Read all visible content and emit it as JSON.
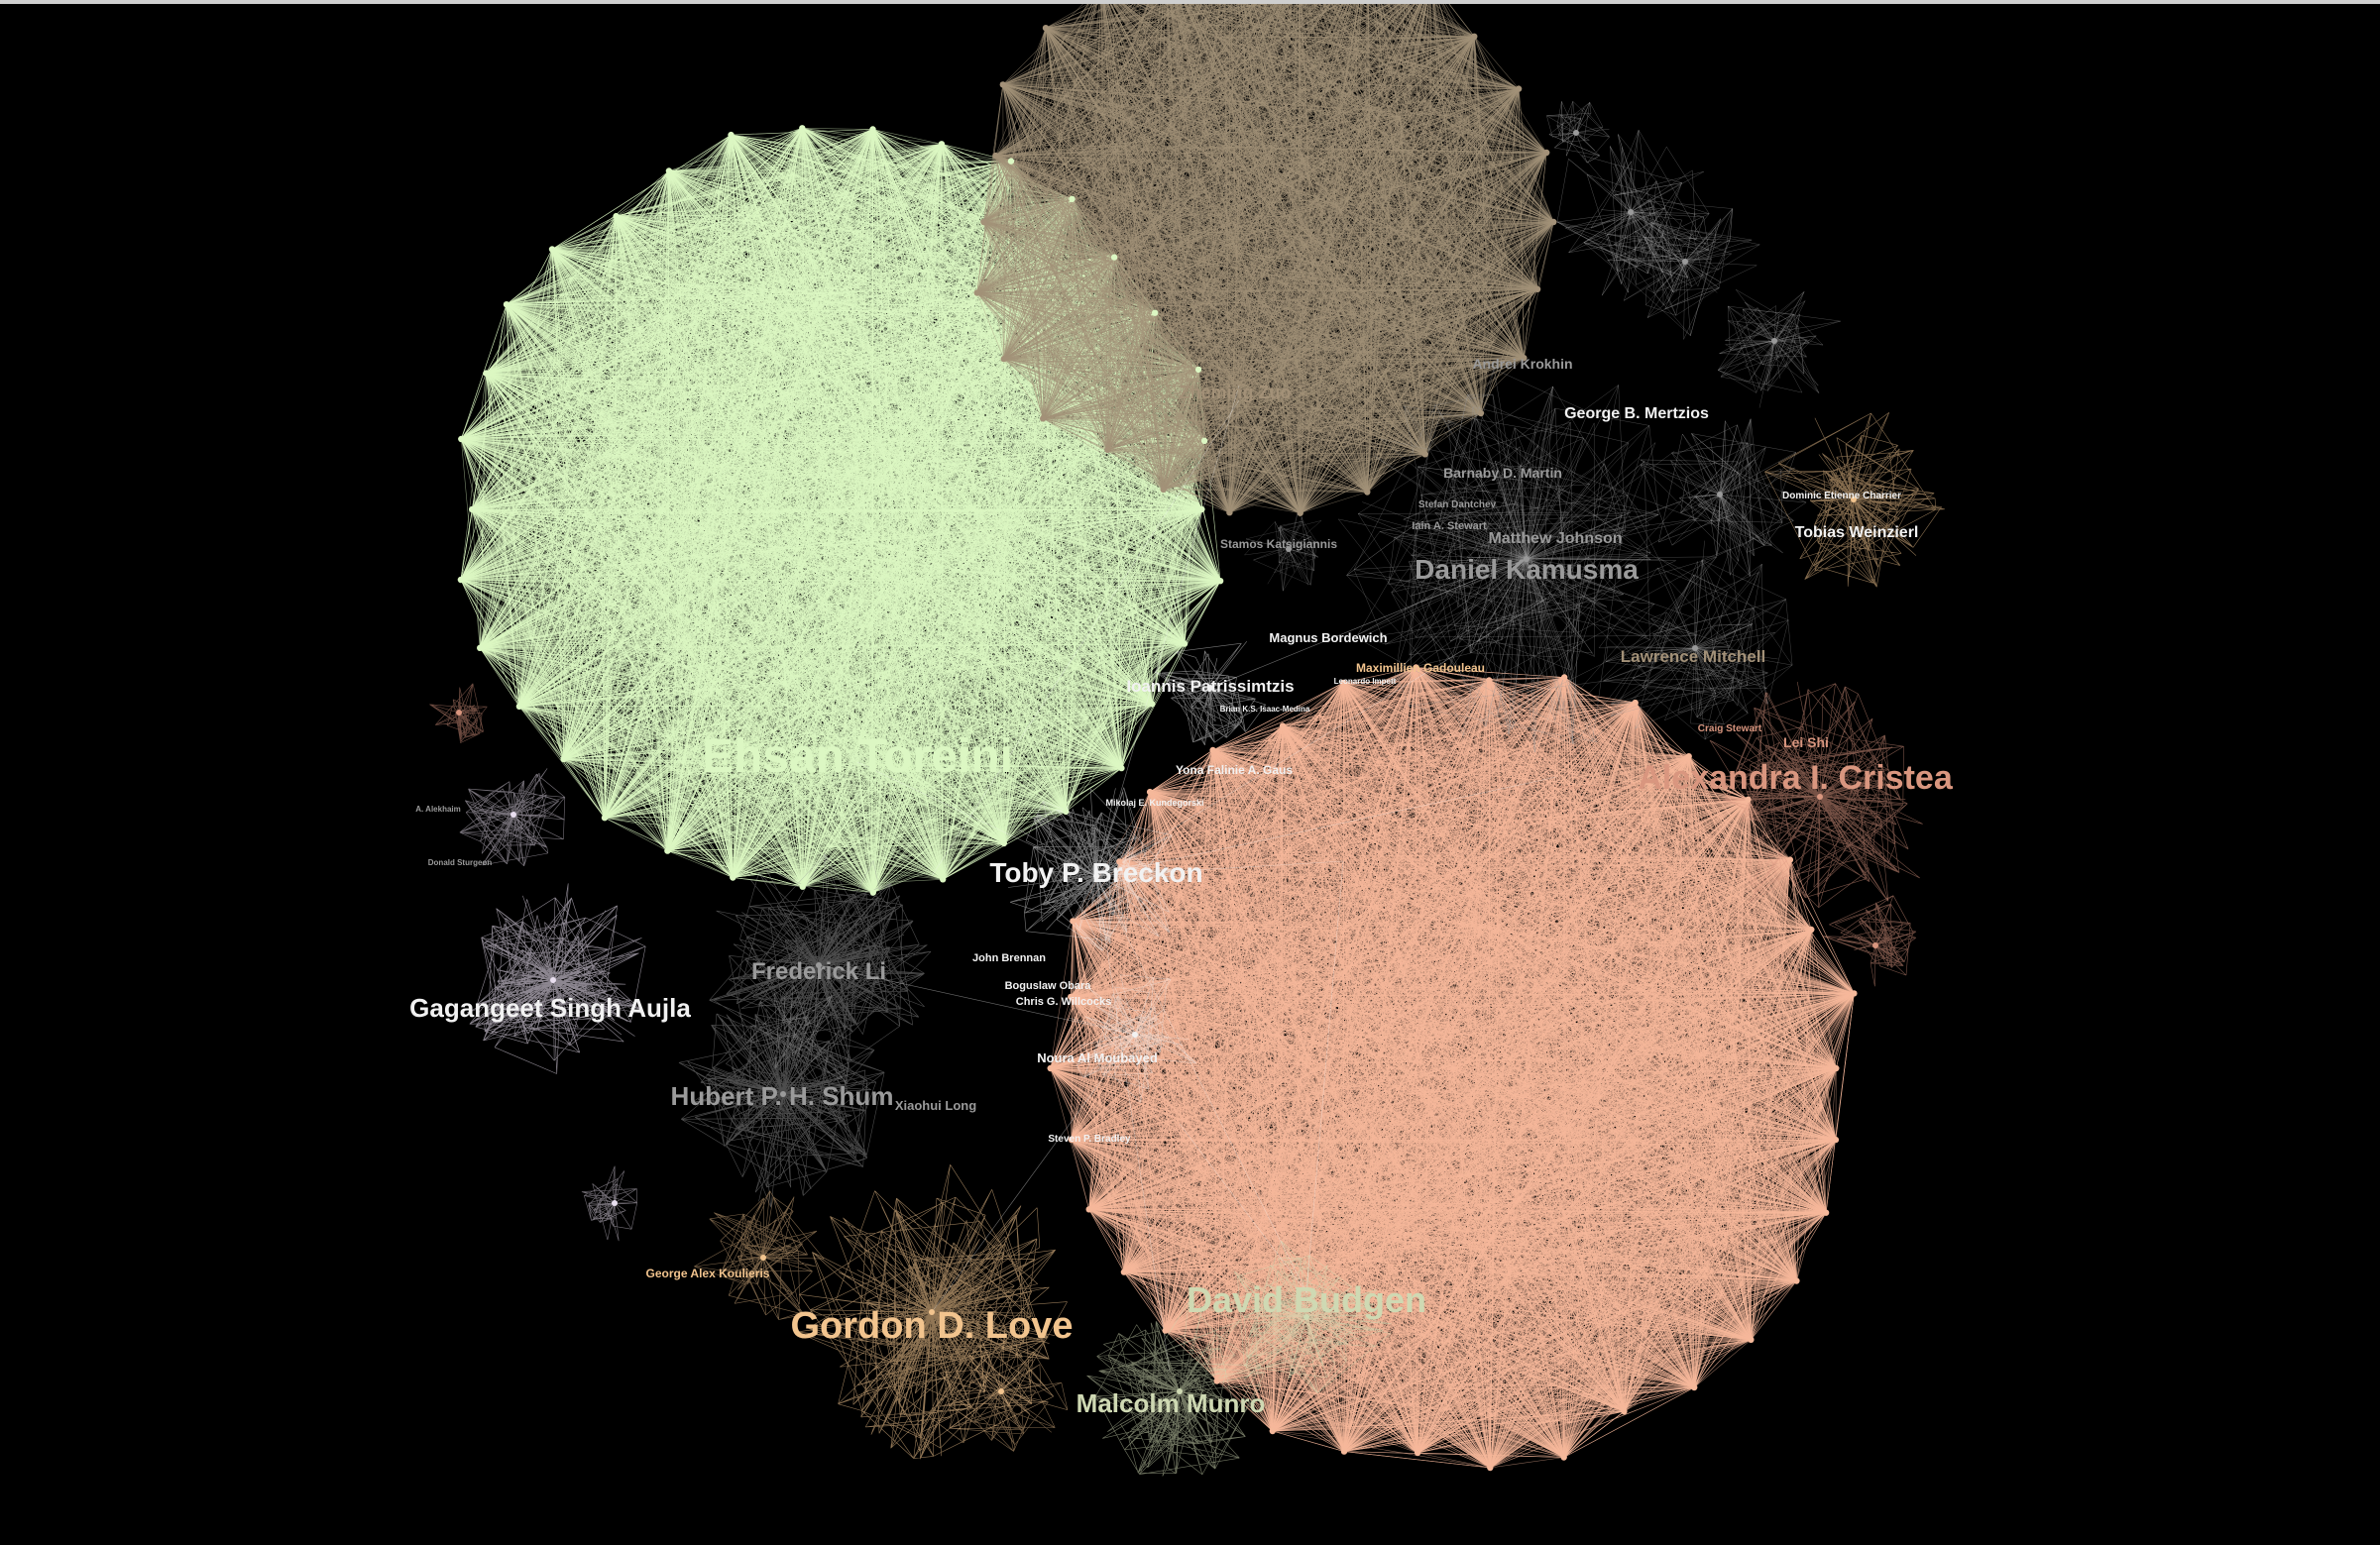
{
  "colors": {
    "background": "#000000",
    "green": "#dcf7c3",
    "olive": "#a39178",
    "peach": "#f5b89a",
    "salmon": "#d9967f",
    "orange": "#f2c48e",
    "white": "#f2f2f2",
    "gray": "#9a9a9a",
    "sage": "#cfd9b3",
    "lilac": "#e9dff0"
  },
  "clusters": [
    {
      "id": "toreini",
      "color": "green",
      "type": "dense"
    },
    {
      "id": "zuo",
      "color": "olive",
      "type": "dense"
    },
    {
      "id": "budgen-mass",
      "color": "peach",
      "type": "dense"
    },
    {
      "id": "stars-right",
      "color": "gray",
      "type": "star"
    },
    {
      "id": "cristea",
      "color": "salmon",
      "type": "star"
    },
    {
      "id": "weinzierl",
      "color": "orange",
      "type": "star"
    },
    {
      "id": "aujla",
      "color": "lilac",
      "type": "star"
    },
    {
      "id": "li-shum",
      "color": "gray",
      "type": "star"
    },
    {
      "id": "love",
      "color": "orange",
      "type": "star"
    },
    {
      "id": "munro",
      "color": "sage",
      "type": "star"
    },
    {
      "id": "center",
      "color": "white",
      "type": "star"
    }
  ],
  "labels": [
    {
      "text": "Ehsan Toreini",
      "color": "green",
      "size": "xl"
    },
    {
      "text": "Zheming Zuo",
      "color": "olive",
      "size": "s"
    },
    {
      "text": "Toby P. Breckon",
      "color": "white",
      "size": "m"
    },
    {
      "text": "Alexandra I. Cristea",
      "color": "salmon",
      "size": "l"
    },
    {
      "text": "David Budgen",
      "color": "sage",
      "size": "l"
    },
    {
      "text": "Gordon D. Love",
      "color": "orange",
      "size": "l"
    },
    {
      "text": "Malcolm Munro",
      "color": "sage",
      "size": "m"
    },
    {
      "text": "Gagangeet Singh Aujla",
      "color": "white",
      "size": "m"
    },
    {
      "text": "Frederick Li",
      "color": "gray",
      "size": "m"
    },
    {
      "text": "Hubert P. H. Shum",
      "color": "gray",
      "size": "m"
    },
    {
      "text": "Daniel Kamusma",
      "color": "gray",
      "size": "m"
    },
    {
      "text": "Ioannis Patrissimtzis",
      "color": "white",
      "size": "s"
    },
    {
      "text": "Magnus Bordewich",
      "color": "white",
      "size": "xs"
    },
    {
      "text": "Maximillien Gadouleau",
      "color": "orange",
      "size": "xs"
    },
    {
      "text": "Lawrence Mitchell",
      "color": "olive",
      "size": "s"
    },
    {
      "text": "Tobias Weinzierl",
      "color": "white",
      "size": "s"
    },
    {
      "text": "Dominic Etienne Charrier",
      "color": "white",
      "size": "xxs"
    },
    {
      "text": "George B. Mertzios",
      "color": "white",
      "size": "s"
    },
    {
      "text": "Barnaby D. Martin",
      "color": "gray",
      "size": "xs"
    },
    {
      "text": "Andrei Krokhin",
      "color": "gray",
      "size": "xs"
    },
    {
      "text": "Stefan Dantchev",
      "color": "gray",
      "size": "xxs"
    },
    {
      "text": "Iain A. Stewart",
      "color": "gray",
      "size": "xxs"
    },
    {
      "text": "Matthew Johnson",
      "color": "gray",
      "size": "s"
    },
    {
      "text": "Stamos Katsigiannis",
      "color": "gray",
      "size": "xxs"
    },
    {
      "text": "Yona Falinie A. Gaus",
      "color": "white",
      "size": "xxs"
    },
    {
      "text": "Mikolaj E. Kundegorski",
      "color": "white",
      "size": "xxs"
    },
    {
      "text": "John Brennan",
      "color": "white",
      "size": "xxs"
    },
    {
      "text": "Boguslaw Obara",
      "color": "white",
      "size": "xxs"
    },
    {
      "text": "Chris G. Willcocks",
      "color": "white",
      "size": "xxs"
    },
    {
      "text": "Noura Al Moubayed",
      "color": "white",
      "size": "xs"
    },
    {
      "text": "Steven P. Bradley",
      "color": "white",
      "size": "xxs"
    },
    {
      "text": "George Alex Koulieris",
      "color": "orange",
      "size": "xxs"
    },
    {
      "text": "Brian K.S. Isaac-Medina",
      "color": "white",
      "size": "xxs"
    },
    {
      "text": "Leonardo Impett",
      "color": "white",
      "size": "xxs"
    },
    {
      "text": "A. Alekhaim",
      "color": "gray",
      "size": "xxs"
    },
    {
      "text": "Donald Sturgeon",
      "color": "gray",
      "size": "xxs"
    },
    {
      "text": "Craig Stewart",
      "color": "salmon",
      "size": "xxs"
    },
    {
      "text": "Lei Shi",
      "color": "salmon",
      "size": "xs"
    },
    {
      "text": "Xiaohui Long",
      "color": "gray",
      "size": "xxs"
    }
  ]
}
